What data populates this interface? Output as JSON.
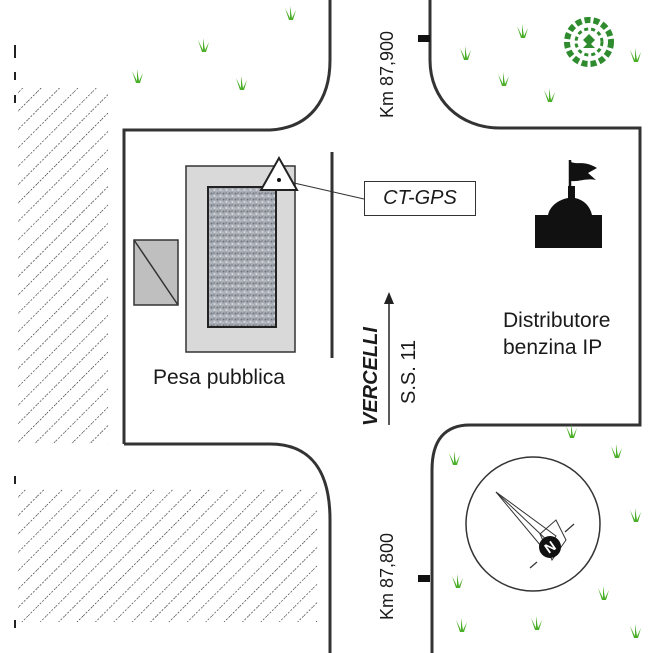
{
  "labels": {
    "weigh_station": "Pesa pubblica",
    "fuel_station_line1": "Distributore",
    "fuel_station_line2": "benzina IP",
    "gps_marker": "CT-GPS",
    "km_north": "Km 87,900",
    "km_south": "Km 87,800",
    "direction_city": "VERCELLI",
    "road_name": "S.S. 11",
    "north_symbol": "N"
  },
  "icons": {
    "gps_station": "triangle-survey-marker-icon",
    "fuel_station": "flag-building-icon",
    "tree": "tree-top-view-icon",
    "grass": "grass-tuft-icon",
    "compass": "north-arrow-compass-icon",
    "direction": "arrow-up-icon"
  },
  "colors": {
    "road_line": "#333333",
    "building_fill": "#d9d9d9",
    "scale_fill": "#9aa0a8",
    "grass": "#4caf2a",
    "tree": "#2e8b2e",
    "fuel_building": "#111111"
  }
}
